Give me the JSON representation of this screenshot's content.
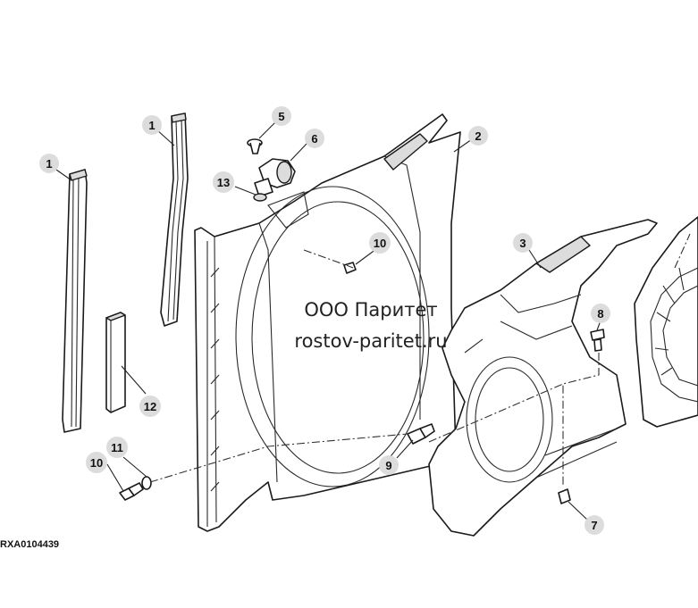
{
  "callouts": {
    "c1a": "1",
    "c1b": "1",
    "c2": "2",
    "c3": "3",
    "c5": "5",
    "c6": "6",
    "c7": "7",
    "c8": "8",
    "c9": "9",
    "c10a": "10",
    "c10b": "10",
    "c11": "11",
    "c12": "12",
    "c13": "13"
  },
  "watermark": {
    "line1": "ООО Паритет",
    "line2": "rostov-paritet.ru"
  },
  "reference_code": "RXA0104439"
}
